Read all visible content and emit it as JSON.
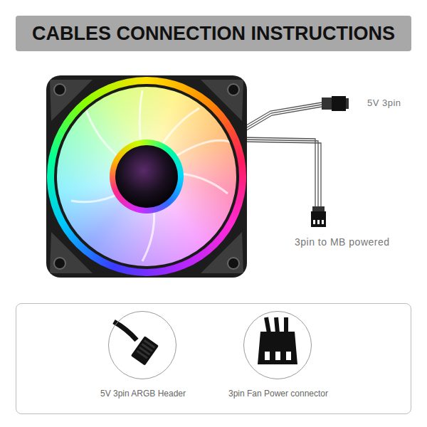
{
  "diagram": {
    "title": "CABLES CONNECTION INSTRUCTIONS",
    "nodes": [
      {
        "text": [
          "5V 3pin ARGB Header"
        ]
      },
      {
        "text": [
          "3pin Fan Power connector"
        ]
      }
    ],
    "edges": [],
    "labels": [
      "5V 3pin",
      "3pin to MB powered"
    ]
  }
}
